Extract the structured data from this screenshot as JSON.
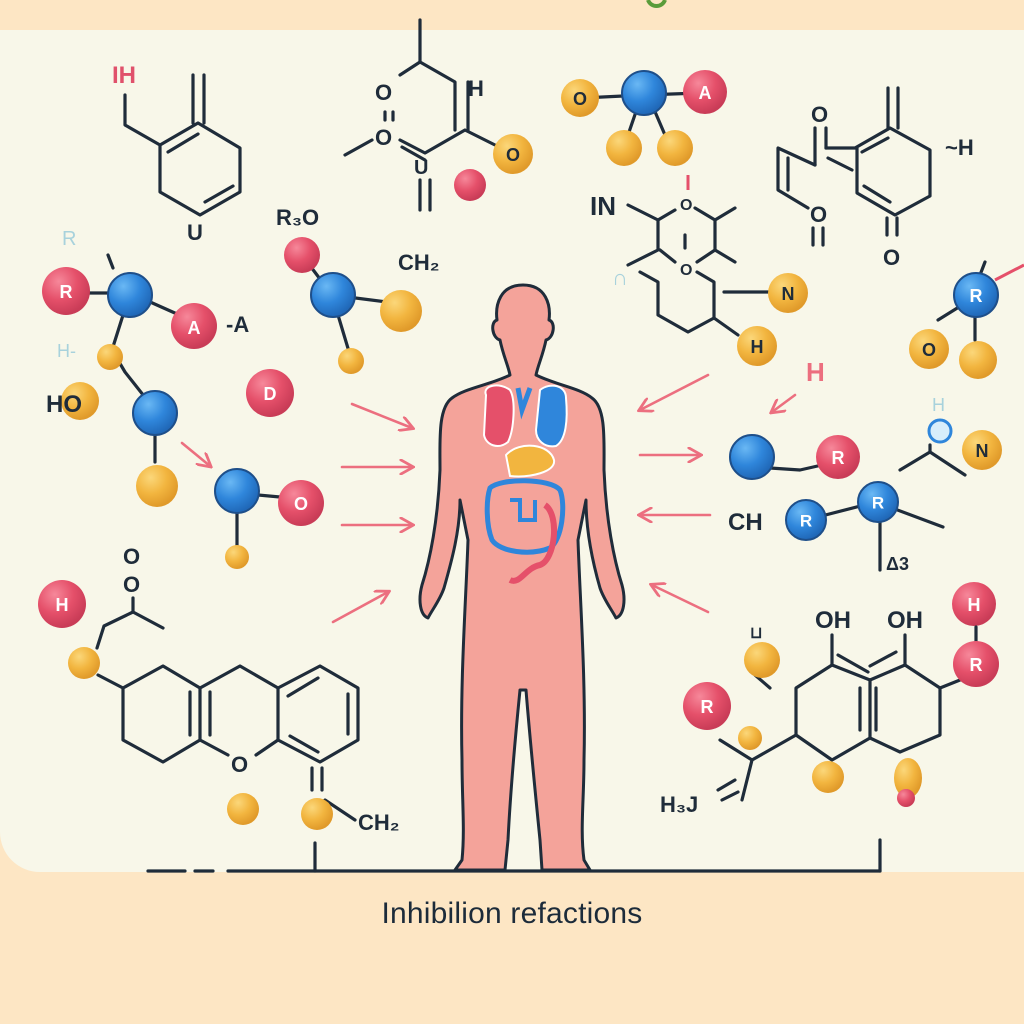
{
  "caption": "Inhibilion refactions",
  "colors": {
    "background": "#fde6c4",
    "panel": "#f8f7e9",
    "ink": "#1f2c3a",
    "atom_red": "#e5506a",
    "atom_blue": "#2f86db",
    "atom_yellow": "#f2b53f",
    "body_fill": "#f4a39a",
    "arrow": "#ec6f7f",
    "faint_label": "#a8d2dc"
  },
  "labels": {
    "top_left_ih": "IH",
    "top_left_bottom": "U",
    "r_faint": "R",
    "r3o": "R₃O",
    "ch2_top": "CH₂",
    "minus_a": "-A",
    "h_faint": "H-",
    "ho": "HO",
    "top_center_h": "H",
    "top_center_bottom": "U",
    "in_label": "IN",
    "n_faint": "∩",
    "top_right_h": "~H",
    "right_h_pink": "H",
    "right_h_faint": "H",
    "ch_right": "CH",
    "delta3": "Δ3",
    "oh1": "OH",
    "oh2": "OH",
    "h3j": "H₃J",
    "ch2_bottom": "CH₂",
    "bottom_right_tick": "⊔"
  },
  "atoms": {
    "r1": "R",
    "a1": "A",
    "d1": "D",
    "o1": "O",
    "o2": "O",
    "o3": "O",
    "a2": "A",
    "n1": "N",
    "h1": "H",
    "r2": "R",
    "o4": "O",
    "r3": "R",
    "n2": "N",
    "ch_r1": "R",
    "ch_r2": "R",
    "h2": "H",
    "r4": "R",
    "r5": "R",
    "h3": "H"
  },
  "body": {
    "organs": [
      "lungs",
      "heart",
      "liver",
      "stomach",
      "intestines"
    ]
  }
}
